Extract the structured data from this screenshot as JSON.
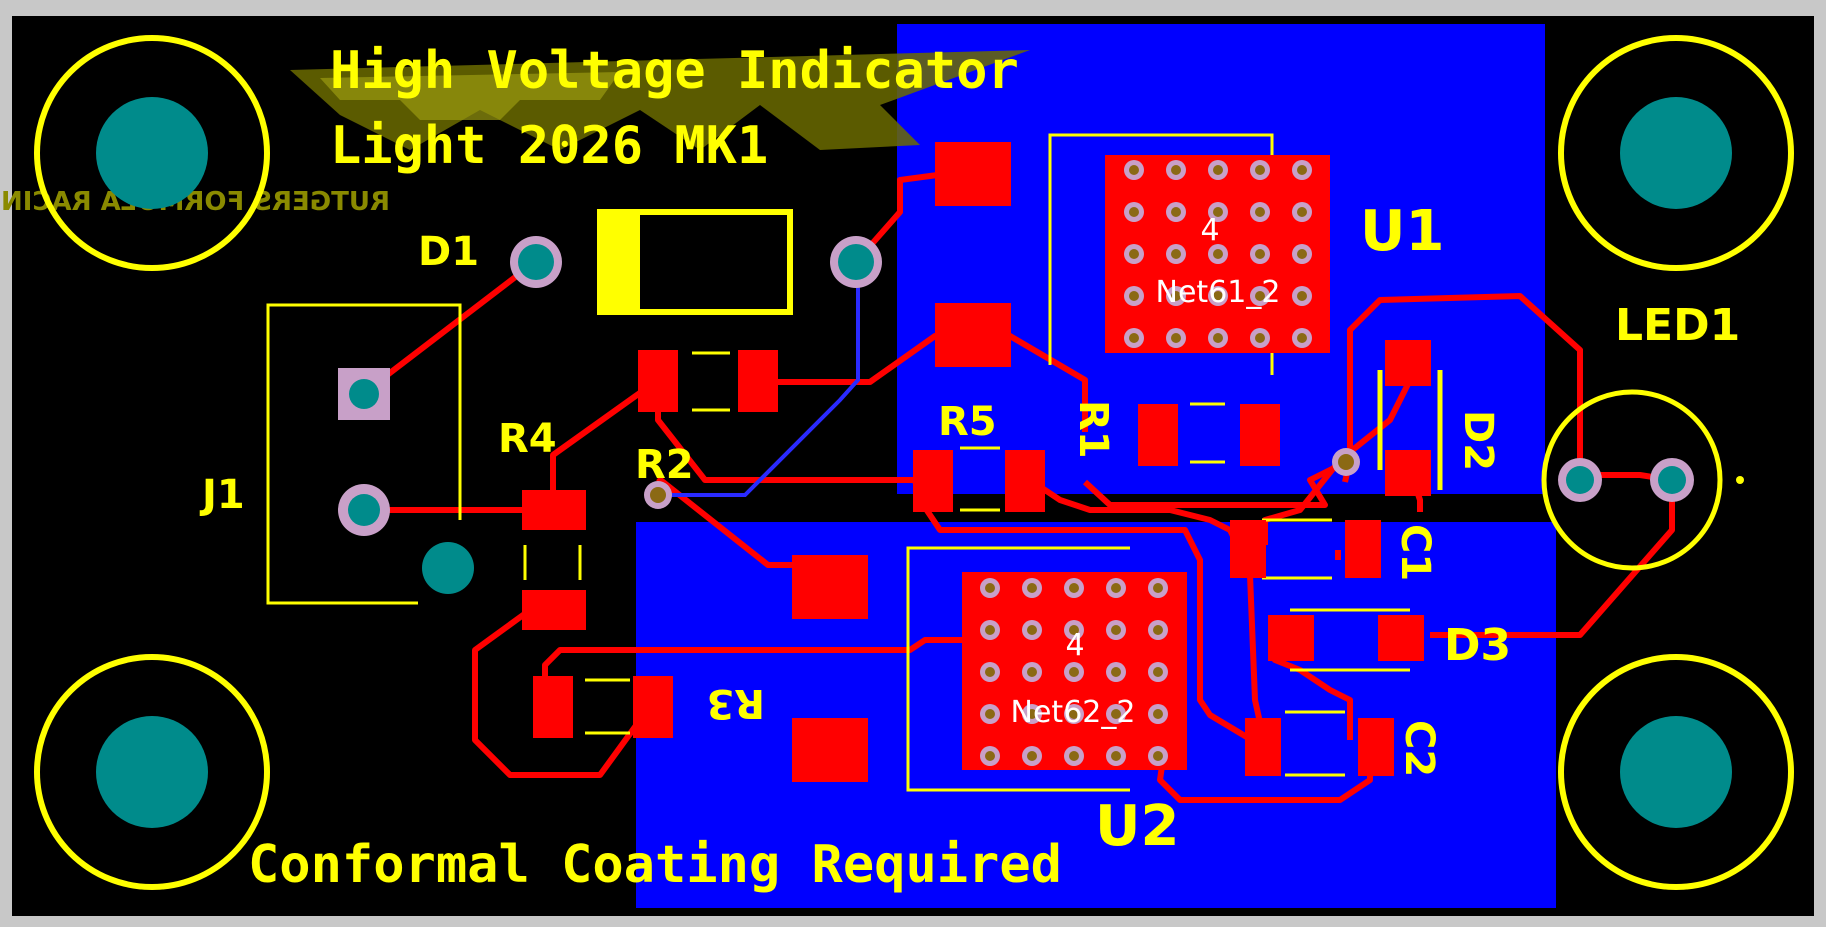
{
  "board": {
    "title_line1": "High Voltage Indicator",
    "title_line2": "Light 2026 MK1",
    "footer_note": "Conformal Coating Required",
    "logo_text": "RUTGERS FORMULA RACING",
    "colors": {
      "background": "#000000",
      "frame": "#c8c8c8",
      "copper_pour": "#0000ff",
      "trace": "#ff0000",
      "pad": "#ff0000",
      "silkscreen": "#ffff00",
      "via": "#008b8b",
      "logo": "#8a8a00"
    }
  },
  "designators": {
    "d1": "D1",
    "j1": "J1",
    "r4": "R4",
    "r2": "R2",
    "r5": "R5",
    "r1": "R1",
    "r3": "R3",
    "u1": "U1",
    "u2": "U2",
    "led1": "LED1",
    "d2": "D2",
    "c1": "C1",
    "d3": "D3",
    "c2": "C2"
  },
  "nets": {
    "u1_pin": "4",
    "u1_net": "Net61_2",
    "u2_pin": "4",
    "u2_net": "Net62_2"
  },
  "icons": [
    "mounting-hole-icon",
    "via-icon",
    "thermal-pad-icon"
  ]
}
